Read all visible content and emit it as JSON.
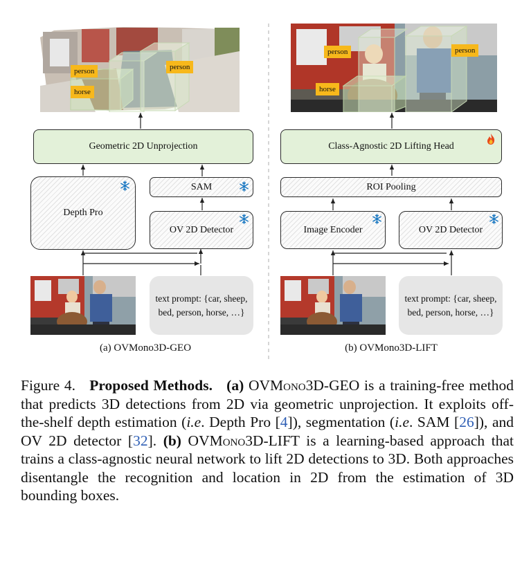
{
  "left": {
    "scene_labels": [
      "person",
      "person",
      "horse"
    ],
    "unprojection": "Geometric 2D Unprojection",
    "depth": "Depth Pro",
    "sam": "SAM",
    "detector": "OV 2D Detector",
    "prompt": "text prompt: {car, sheep, bed, person, horse, …}",
    "subcaption": "(a) OVMono3D-GEO"
  },
  "right": {
    "scene_labels": [
      "person",
      "person",
      "horse"
    ],
    "lifting": "Class-Agnostic 2D Lifting Head",
    "roi": "ROI Pooling",
    "encoder": "Image Encoder",
    "detector": "OV 2D Detector",
    "prompt": "text prompt: {car, sheep, bed, person, horse, …}",
    "subcaption": "(b) OVMono3D-LIFT"
  },
  "caption": {
    "label": "Figure 4.",
    "title": "Proposed Methods.",
    "a_tag": "(a)",
    "a_name_pre": "OVM",
    "a_name_sc": "ono",
    "a_name_post": "3D-GEO",
    "a_text1": " is a training-free method that predicts 3D detections from 2D via geometric unprojection. It exploits off-the-shelf depth estimation (",
    "ie": "i.e",
    "a_text2": ". Depth Pro [",
    "ref1": "4",
    "a_text3": "]), segmentation (",
    "a_text4": ". SAM [",
    "ref2": "26",
    "a_text5": "]), and OV 2D detector [",
    "ref3": "32",
    "a_text6": "]. ",
    "b_tag": "(b)",
    "b_name_pre": "OVM",
    "b_name_sc": "ono",
    "b_name_post": "3D-LIFT",
    "b_text": " is a learning-based approach that trains a class-agnostic neural network to lift 2D detections to 3D. Both approaches disentangle the recognition and location in 2D from the estimation of 3D bounding boxes."
  }
}
